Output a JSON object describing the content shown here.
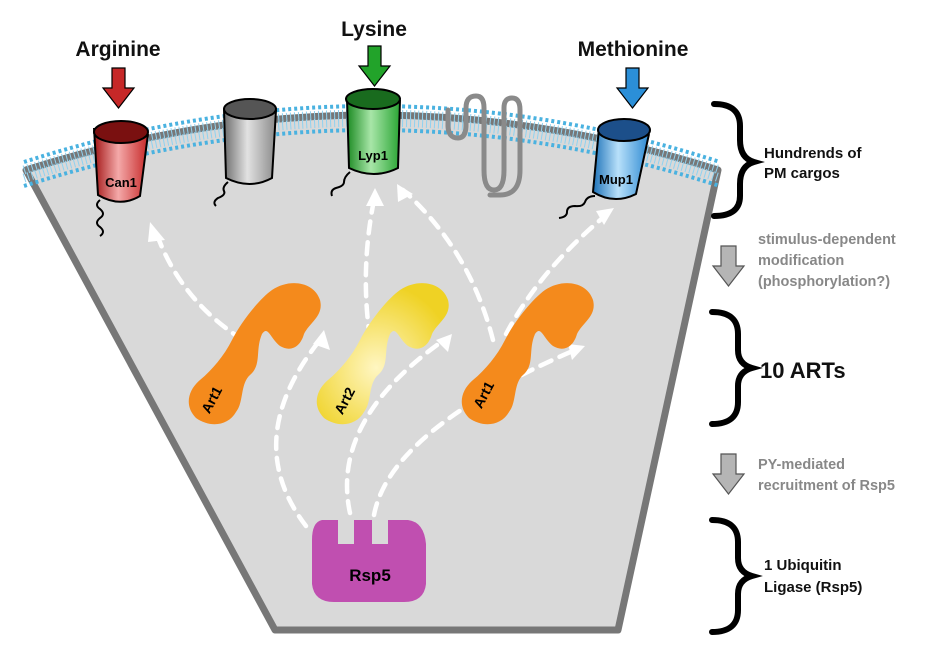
{
  "amino_acids": {
    "arginine": {
      "label": "Arginine",
      "color": "#c62828"
    },
    "lysine": {
      "label": "Lysine",
      "color": "#22a32a"
    },
    "methionine": {
      "label": "Methionine",
      "color": "#2b8fd8"
    }
  },
  "transporters": {
    "can1": {
      "label": "Can1",
      "color": "#e04848"
    },
    "grey": {
      "label": "",
      "color": "#9a9a9a"
    },
    "lyp1": {
      "label": "Lyp1",
      "color": "#3cba4a"
    },
    "mup1": {
      "label": "Mup1",
      "color": "#3d9de0"
    }
  },
  "adaptors": {
    "art1_left": {
      "label": "Art1",
      "color": "#f48a1c"
    },
    "art2": {
      "label": "Art2",
      "color": "#f0d428"
    },
    "art1_right": {
      "label": "Art1",
      "color": "#f48a1c"
    }
  },
  "ligase": {
    "label": "Rsp5",
    "color": "#c04fb0"
  },
  "side_panel": {
    "cargos": [
      "Hundrends of",
      "PM cargos"
    ],
    "modification": [
      "stimulus-dependent",
      "modification",
      "(phosphorylation?)"
    ],
    "arts": "10 ARTs",
    "recruitment": [
      "PY-mediated",
      "recruitment of Rsp5"
    ],
    "ligase_label": [
      "1 Ubiquitin",
      "Ligase (Rsp5)"
    ]
  },
  "colors": {
    "cell_fill": "#d9d9d9",
    "cell_border": "#777777",
    "membrane": "#4ab2e0",
    "side_text_grey": "#888888",
    "arrow_grey": "#b5b5b5"
  }
}
